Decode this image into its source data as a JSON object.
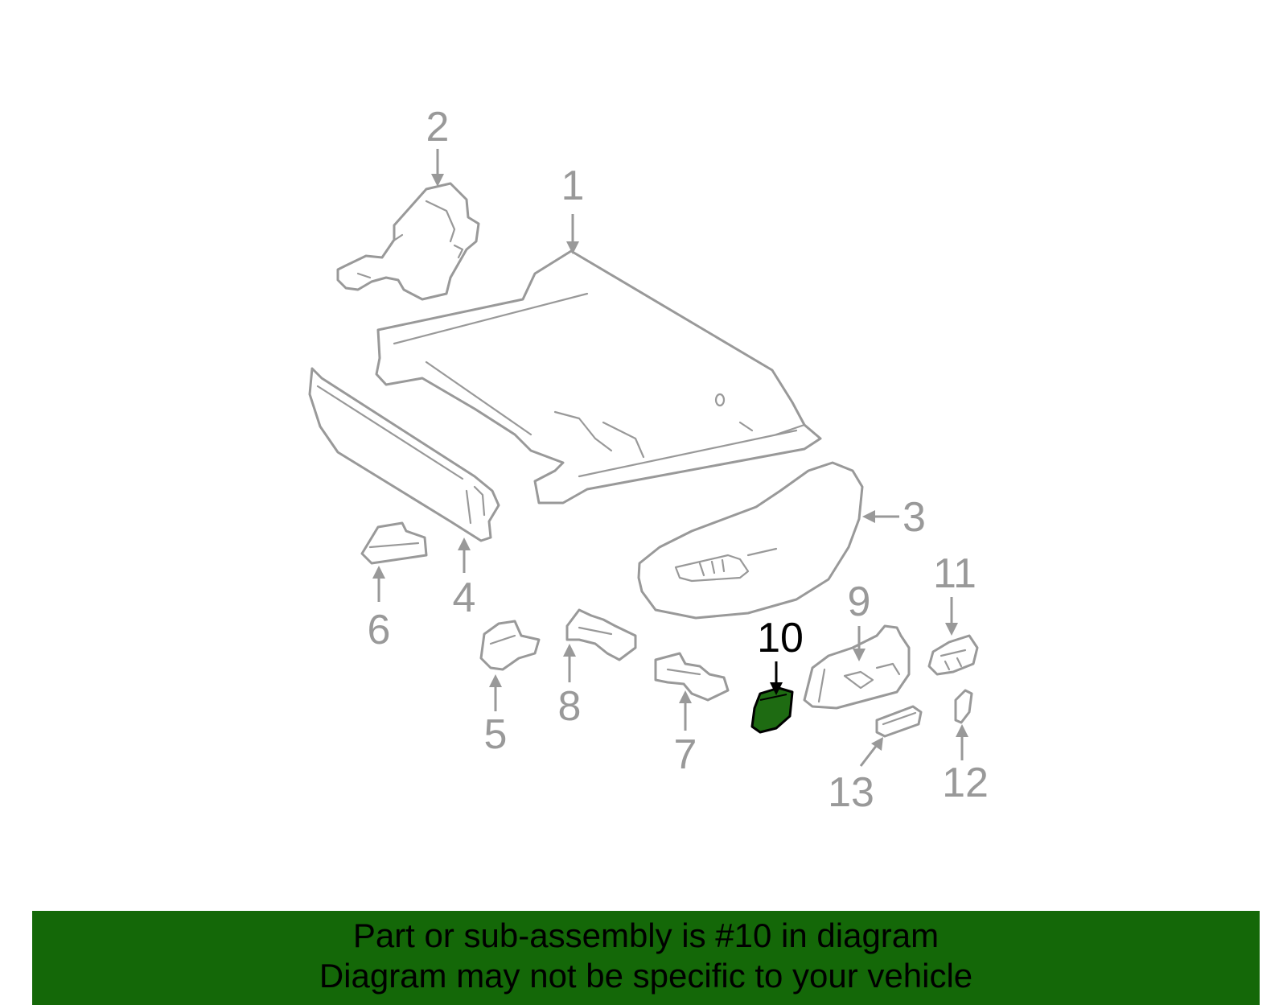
{
  "diagram": {
    "highlight_color": "#1e6b12",
    "part_stroke_color": "#999999",
    "callouts": [
      {
        "id": "1",
        "label": "1"
      },
      {
        "id": "2",
        "label": "2"
      },
      {
        "id": "3",
        "label": "3"
      },
      {
        "id": "4",
        "label": "4"
      },
      {
        "id": "5",
        "label": "5"
      },
      {
        "id": "6",
        "label": "6"
      },
      {
        "id": "7",
        "label": "7"
      },
      {
        "id": "8",
        "label": "8"
      },
      {
        "id": "9",
        "label": "9"
      },
      {
        "id": "10",
        "label": "10",
        "highlighted": true
      },
      {
        "id": "11",
        "label": "11"
      },
      {
        "id": "12",
        "label": "12"
      },
      {
        "id": "13",
        "label": "13"
      }
    ]
  },
  "footer": {
    "background_color": "#146808",
    "line1": "Part or sub-assembly is #10 in diagram",
    "line2": "Diagram may not be specific to your vehicle"
  }
}
